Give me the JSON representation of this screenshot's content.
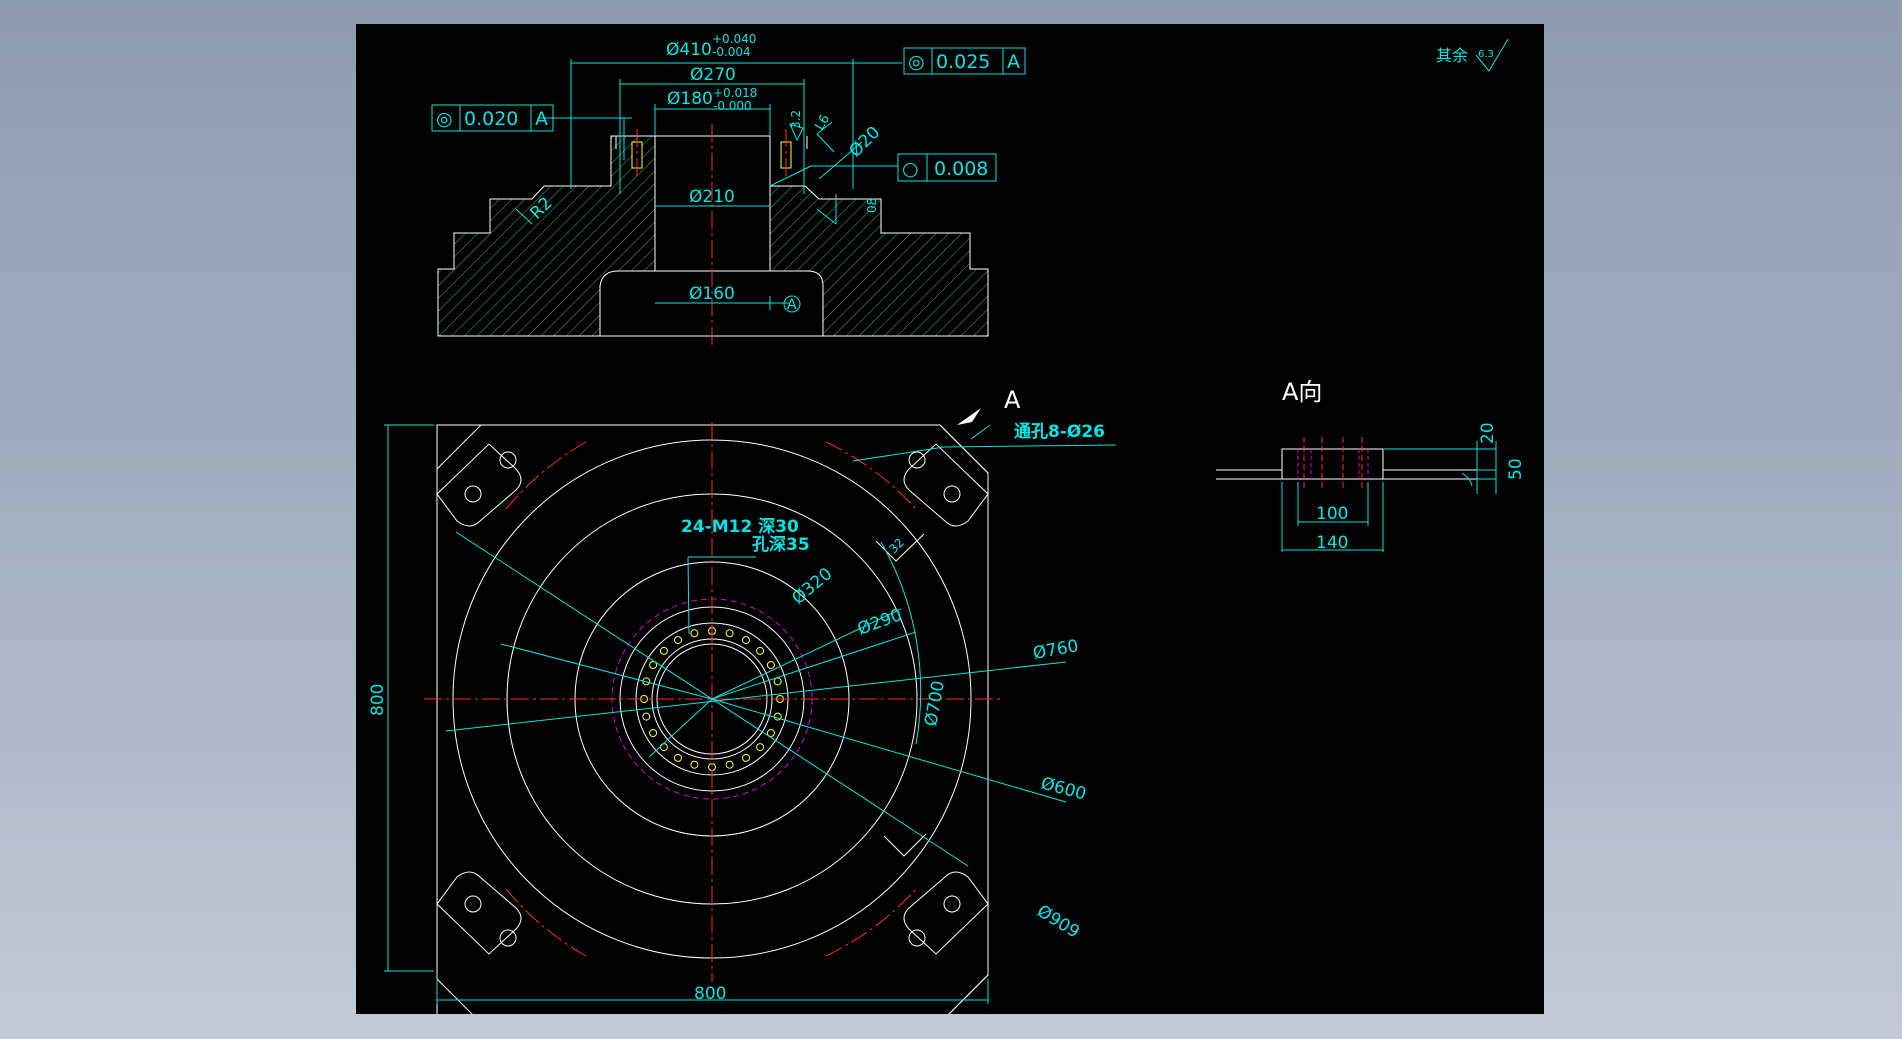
{
  "drawing": {
    "colors": {
      "sheet": "#000000",
      "outline": "#ffffff",
      "dim": "#00e5e5",
      "center": "#ff2a2a",
      "hatch": "#3ab54a",
      "hidden": "#d000d0",
      "hole": "#ffff33"
    },
    "section": {
      "dia410": "Ø410",
      "dia410_tol_upper": "+0.040",
      "dia410_tol_lower": "-0.004",
      "dia270": "Ø270",
      "dia180": "Ø180",
      "dia180_tol_upper": "+0.018",
      "dia180_tol_lower": "-0.000",
      "dia210": "Ø210",
      "dia160": "Ø160",
      "dia20": "Ø20",
      "r2": "R2",
      "rough32": "3.2",
      "l6": "L6",
      "rough8": "08",
      "datum": "A",
      "fcf1": {
        "symbol": "◎",
        "value": "0.025",
        "datum": "A"
      },
      "fcf2": {
        "symbol": "◎",
        "value": "0.020",
        "datum": "A"
      },
      "fcf3": {
        "symbol": "○",
        "value": "0.008"
      }
    },
    "roughness_note": {
      "label": "其余",
      "value": "6.3"
    },
    "plan": {
      "view_arrow": "A",
      "through_holes": "通孔8-Ø26",
      "thread_line1": "24-M12 深30",
      "thread_line2": "孔深35",
      "dia320": "Ø320",
      "dia290": "Ø290",
      "dia760": "Ø760",
      "dia700": "Ø700",
      "dia600": "Ø600",
      "dia909": "Ø909",
      "corner32": "32",
      "width": "800",
      "height": "800"
    },
    "a_view": {
      "title": "A向",
      "w100": "100",
      "w140": "140",
      "h20": "20",
      "h50": "50"
    }
  }
}
